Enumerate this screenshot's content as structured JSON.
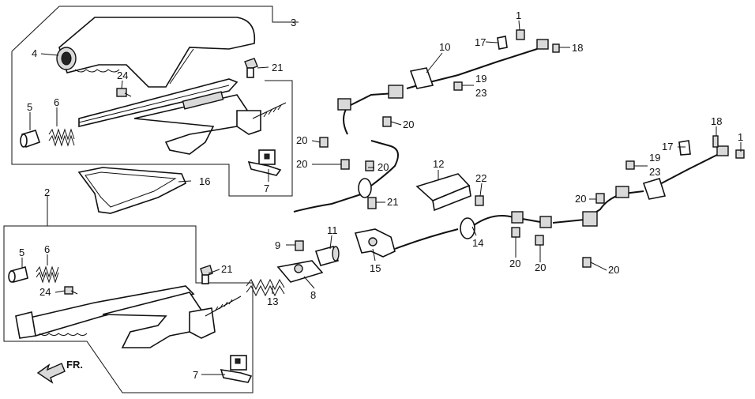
{
  "diagram": {
    "direction_label": "FR.",
    "callouts": {
      "c1_top": "1",
      "c1_right": "1",
      "c2": "2",
      "c3": "3",
      "c4": "4",
      "c5_top": "5",
      "c5_bottom": "5",
      "c6_top": "6",
      "c6_bottom": "6",
      "c7_top": "7",
      "c7_bottom": "7",
      "c8": "8",
      "c9": "9",
      "c10": "10",
      "c11": "11",
      "c12": "12",
      "c13": "13",
      "c14": "14",
      "c15": "15",
      "c16": "16",
      "c17_top": "17",
      "c17_right": "17",
      "c18_top": "18",
      "c18_right": "18",
      "c19_top": "19",
      "c19_right": "19",
      "c20_a": "20",
      "c20_b": "20",
      "c20_c": "20",
      "c20_d": "20",
      "c20_e": "20",
      "c20_f": "20",
      "c20_g": "20",
      "c20_h": "20",
      "c21_top": "21",
      "c21_mid": "21",
      "c21_bottom": "21",
      "c22": "22",
      "c23_top": "23",
      "c23_right": "23",
      "c24_top": "24",
      "c24_bottom": "24"
    }
  }
}
